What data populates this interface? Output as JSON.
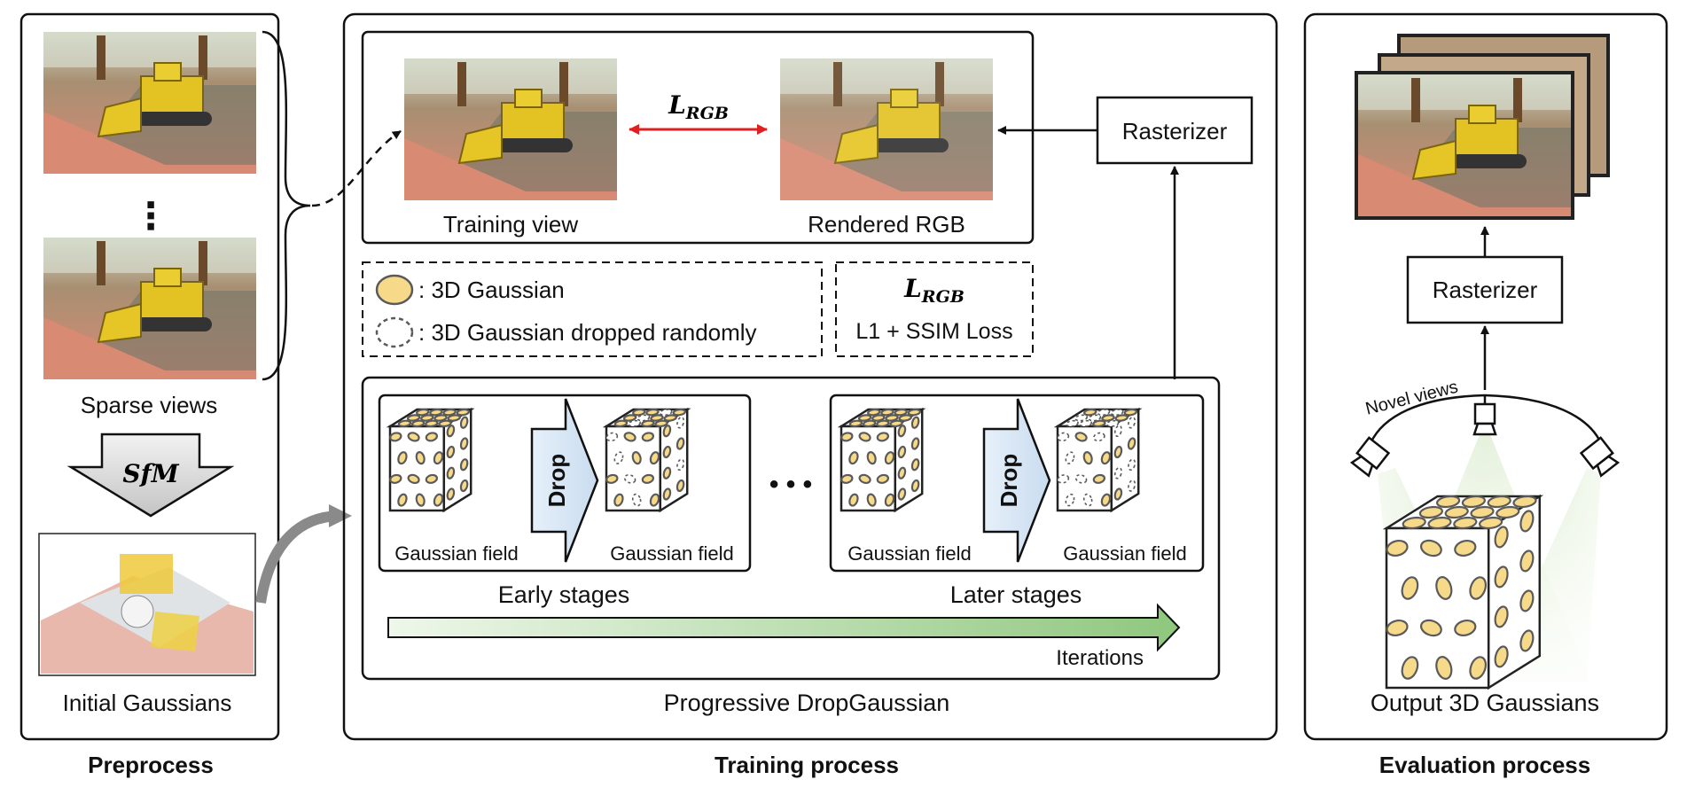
{
  "sections": {
    "preprocess": {
      "caption": "Preprocess",
      "sparse_views_label": "Sparse views",
      "ellipsis": "⋮",
      "sfm_label": "SfM",
      "initial_gaussians_label": "Initial Gaussians"
    },
    "training": {
      "caption": "Training process",
      "training_view_label": "Training view",
      "rendered_rgb_label": "Rendered RGB",
      "loss_symbol": "L",
      "loss_subscript": "RGB",
      "rasterizer_label": "Rasterizer",
      "legend": {
        "gaussian": ": 3D Gaussian",
        "dropped": ": 3D Gaussian dropped randomly"
      },
      "loss_box": {
        "symbol": "L",
        "subscript": "RGB",
        "formula": "L1 + SSIM Loss"
      },
      "drop_label": "Drop",
      "field_labels": [
        "Gaussian field",
        "Gaussian field",
        "Gaussian field",
        "Gaussian field"
      ],
      "middle_ellipsis": "• • •",
      "early_stages": "Early stages",
      "later_stages": "Later stages",
      "iterations": "Iterations",
      "module_label": "Progressive DropGaussian"
    },
    "evaluation": {
      "caption": "Evaluation process",
      "rasterizer_label": "Rasterizer",
      "novel_views": "Novel views",
      "output_label": "Output 3D Gaussians"
    }
  },
  "colors": {
    "gaussian_fill": "#f7d98a",
    "gaussian_stroke": "#5a5a5a",
    "loss_arrow": "#e02020",
    "iterations_arrow_start": "#eef7ea",
    "iterations_arrow_end": "#8fc77e",
    "drop_arrow": "#d6e6f5",
    "sfm_arrow": "#d9d9d9"
  }
}
